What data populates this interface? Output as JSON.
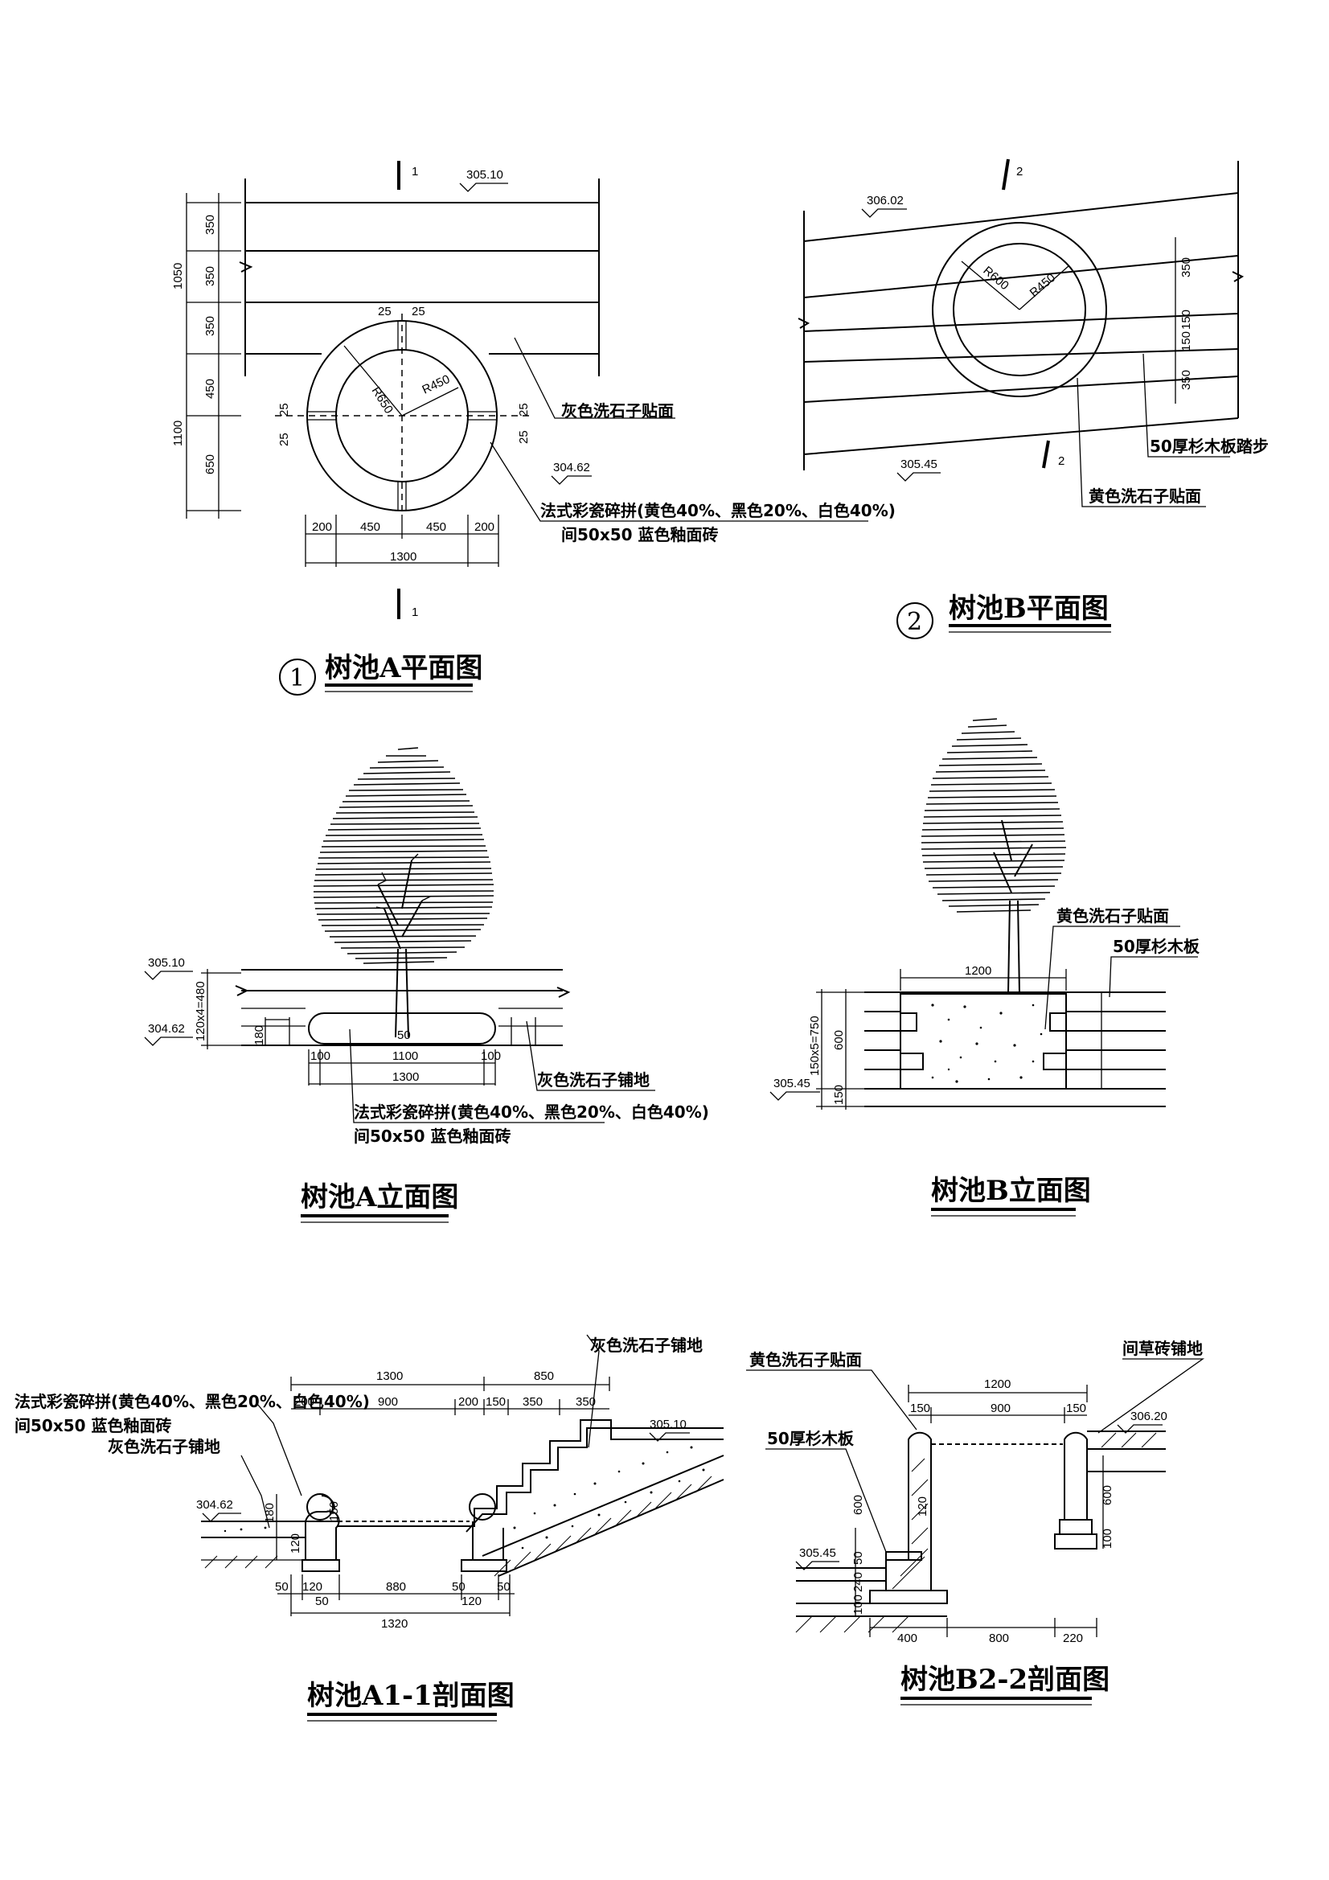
{
  "planA": {
    "title": "树池A平面图",
    "marker": "1",
    "section_mark": "1",
    "elev_top": "305.10",
    "elev_bot": "304.62",
    "dims_v": [
      "350",
      "350",
      "350",
      "450",
      "650"
    ],
    "dims_v_total": [
      "1050",
      "1100"
    ],
    "dims_h": [
      "200",
      "450",
      "450",
      "200"
    ],
    "dims_h_total": "1300",
    "gaps": [
      "25",
      "25",
      "25",
      "25",
      "25",
      "25"
    ],
    "radii": [
      "R650",
      "R450"
    ],
    "label_gray": "灰色洗石子贴面",
    "label_mosaic": "法式彩瓷碎拼(黄色40%、黑色20%、白色40%)",
    "label_mosaic2": "间50x50 蓝色釉面砖"
  },
  "planB": {
    "title": "树池B平面图",
    "marker": "2",
    "section_mark": "2",
    "elev_top": "306.02",
    "elev_bot": "305.45",
    "radii": [
      "R600",
      "R450"
    ],
    "dims_v": [
      "350",
      "150",
      "150",
      "350"
    ],
    "label_plank": "50厚杉木板踏步",
    "label_yellow": "黄色洗石子贴面"
  },
  "elevA": {
    "title": "树池A立面图",
    "elev_top": "305.10",
    "elev_bot": "304.62",
    "dim_height": "120x4=480",
    "dim_180": "180",
    "dim_50": "50",
    "dims_h": [
      "100",
      "1100",
      "100"
    ],
    "dims_h_total": "1300",
    "label_gray": "灰色洗石子铺地",
    "label_mosaic": "法式彩瓷碎拼(黄色40%、黑色20%、白色40%)",
    "label_mosaic2": "间50x50 蓝色釉面砖"
  },
  "elevB": {
    "title": "树池B立面图",
    "elev_bot": "305.45",
    "dim_width": "1200",
    "dim_steps": "150x5=750",
    "dim_600": "600",
    "dim_150": "150",
    "label_yellow": "黄色洗石子贴面",
    "label_plank": "50厚杉木板"
  },
  "secA": {
    "title": "树池A1-1剖面图",
    "elev_top": "305.10",
    "elev_bot": "304.62",
    "dims_top": [
      "1300",
      "850"
    ],
    "dims_mid": [
      "200",
      "900",
      "200",
      "150",
      "350",
      "350"
    ],
    "dims_v": [
      "180",
      "150",
      "120"
    ],
    "dims_bot": [
      "50",
      "120",
      "880",
      "50",
      "50"
    ],
    "dims_bot2": [
      "50",
      "120"
    ],
    "dims_total": "1320",
    "label_mosaic": "法式彩瓷碎拼(黄色40%、黑色20%、白色40%)",
    "label_mosaic2": "间50x50 蓝色釉面砖",
    "label_gray": "灰色洗石子铺地",
    "label_gray_top": "灰色洗石子铺地"
  },
  "secB": {
    "title": "树池B2-2剖面图",
    "elev_top": "306.20",
    "elev_bot": "305.45",
    "dims_top": "1200",
    "dims_mid": [
      "150",
      "900",
      "150"
    ],
    "dims_v": [
      "600",
      "120",
      "50",
      "240",
      "100"
    ],
    "dims_v_right": [
      "600",
      "100"
    ],
    "dims_bot": [
      "400",
      "800",
      "220"
    ],
    "label_yellow": "黄色洗石子贴面",
    "label_plank": "50厚杉木板",
    "label_grass": "间草砖铺地"
  }
}
